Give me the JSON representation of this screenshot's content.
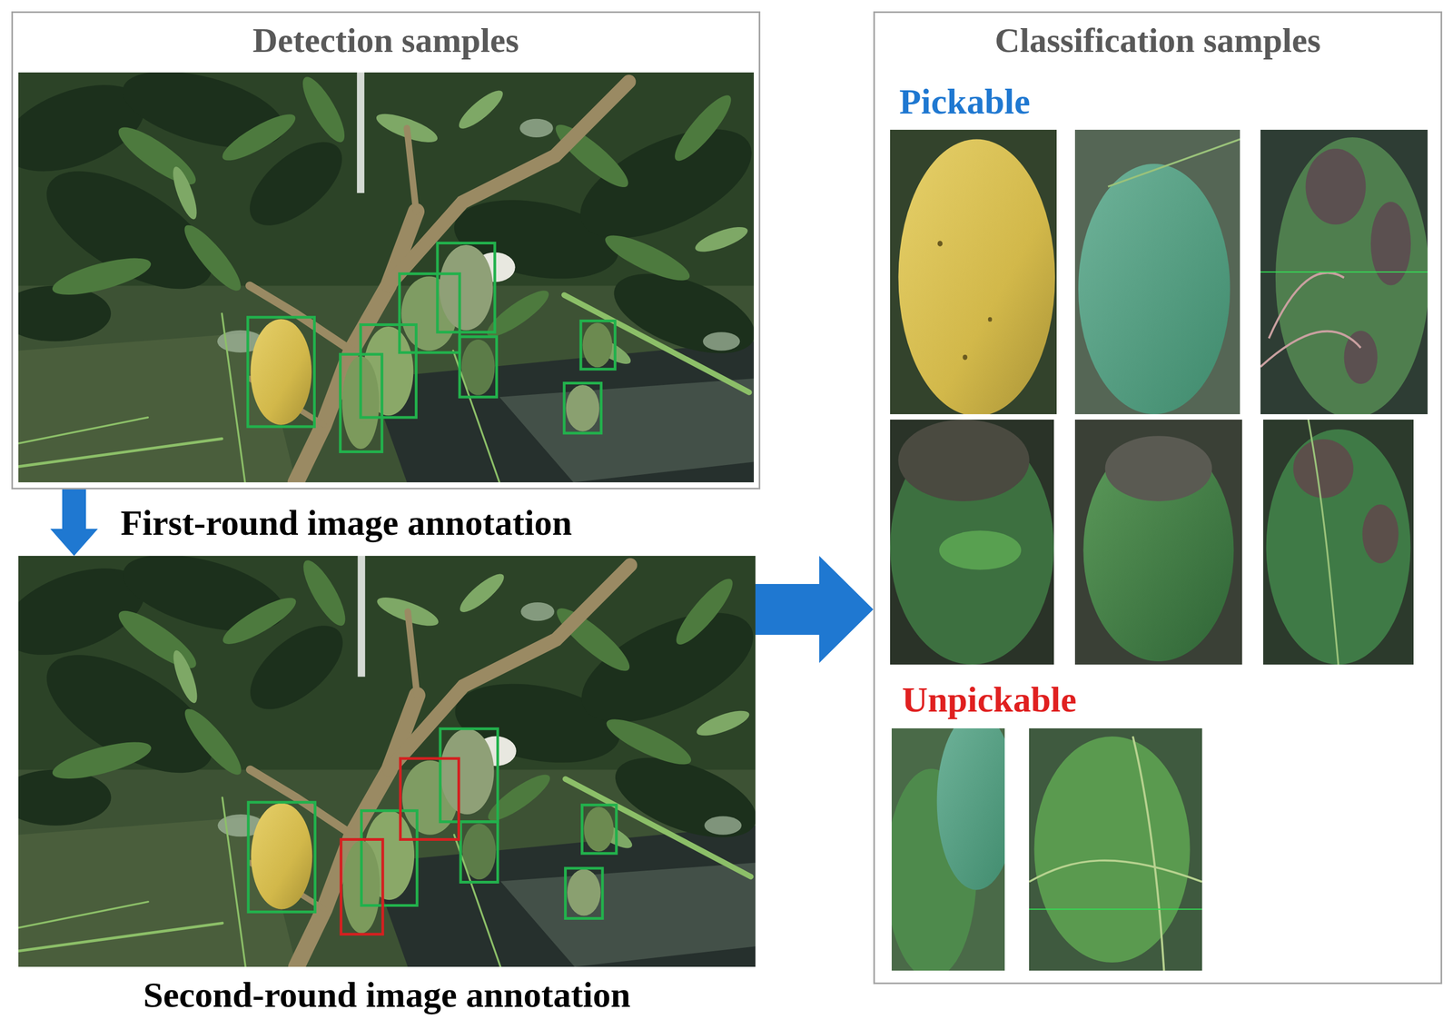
{
  "diagram": {
    "nodes": [
      {
        "text": [
          "Detection samples"
        ]
      },
      {
        "text": [
          "Second-round image annotation"
        ]
      },
      {
        "text": [
          "Classification samples",
          "Pickable",
          "Unpickable"
        ]
      }
    ],
    "edges": [
      {
        "from": 0,
        "to": 1,
        "arrow": "to",
        "label": "First-round image annotation"
      },
      {
        "from": 1,
        "to": 2,
        "arrow": "to"
      }
    ]
  }
}
